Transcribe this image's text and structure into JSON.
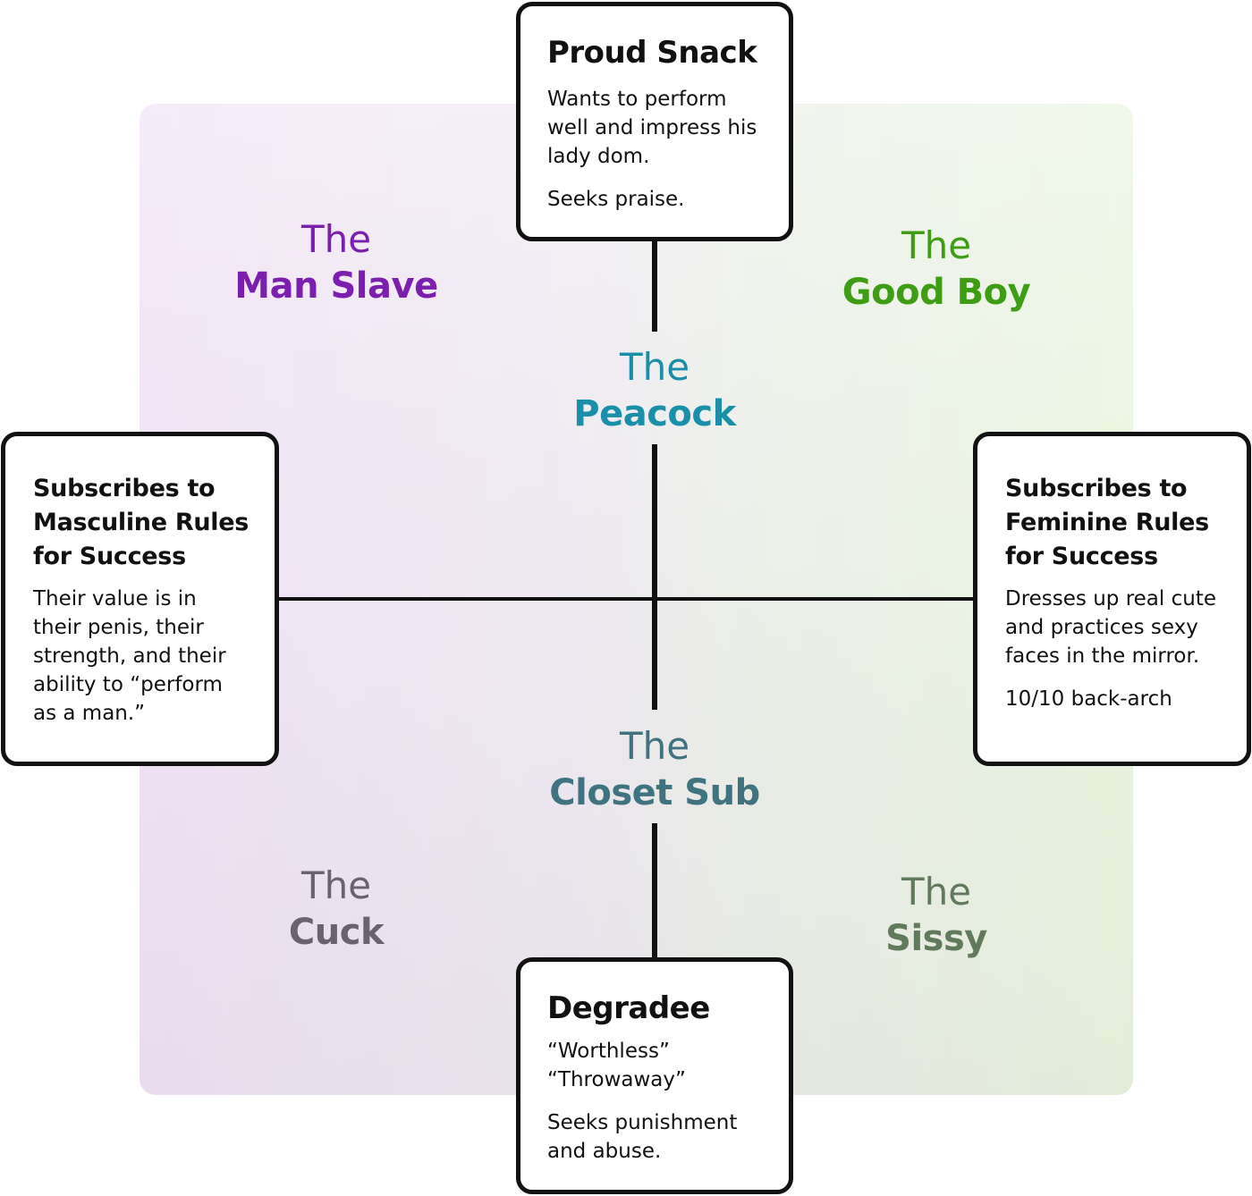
{
  "colors": {
    "man_slave": "#7a1fae",
    "good_boy": "#3e9d14",
    "peacock": "#1a8fa8",
    "closet_sub": "#3f7380",
    "cuck": "#6b6271",
    "sissy": "#627a5c",
    "box_border": "#111111",
    "axis": "#111111"
  },
  "boxes": {
    "top": {
      "title": "Proud Snack",
      "line1": "Wants to perform",
      "line2": "well and impress his",
      "line3": "lady dom.",
      "note": "Seeks praise."
    },
    "bottom": {
      "title": "Degradee",
      "line1": "“Worthless”",
      "line2": "“Throwaway”",
      "note1": "Seeks punishment",
      "note2": "and abuse."
    },
    "left": {
      "title1": "Subscribes to",
      "title2": "Masculine Rules",
      "title3": "for Success",
      "line1": "Their value is in",
      "line2": "their penis, their",
      "line3": "strength, and their",
      "line4": "ability to “perform",
      "line5": "as a man.”"
    },
    "right": {
      "title1": "Subscribes to",
      "title2": "Feminine Rules",
      "title3": "for Success",
      "line1": "Dresses up real cute",
      "line2": "and practices sexy",
      "line3": "faces in the mirror.",
      "note": "10/10 back-arch"
    }
  },
  "labels": {
    "man_slave": {
      "the": "The",
      "name": "Man Slave"
    },
    "good_boy": {
      "the": "The",
      "name": "Good Boy"
    },
    "peacock": {
      "the": "The",
      "name": "Peacock"
    },
    "closet_sub": {
      "the": "The",
      "name": "Closet Sub"
    },
    "cuck": {
      "the": "The",
      "name": "Cuck"
    },
    "sissy": {
      "the": "The",
      "name": "Sissy"
    }
  }
}
